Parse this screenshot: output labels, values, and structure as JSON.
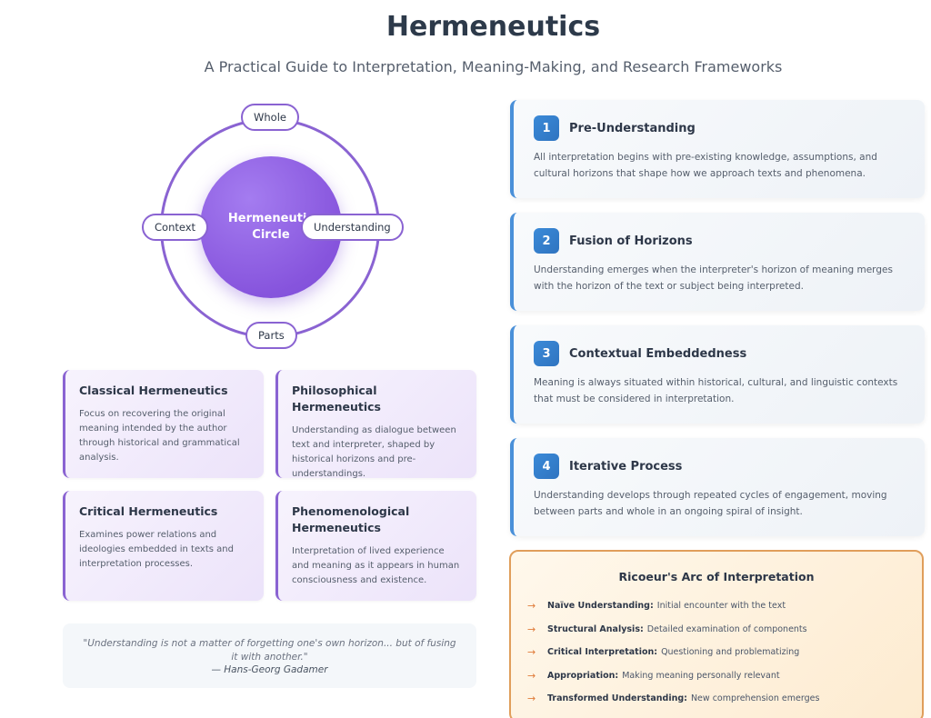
{
  "header": {
    "title": "Hermeneutics",
    "subtitle": "A Practical Guide to Interpretation, Meaning-Making, and Research Frameworks"
  },
  "circle": {
    "center_line1": "Hermeneutic",
    "center_line2": "Circle",
    "labels": {
      "whole": "Whole",
      "context": "Context",
      "understanding": "Understanding",
      "parts": "Parts"
    }
  },
  "schools": [
    {
      "title": "Classical Hermeneutics",
      "text": "Focus on recovering the original meaning intended by the author through historical and grammatical analysis."
    },
    {
      "title": "Philosophical Hermeneutics",
      "text": "Understanding as dialogue between text and interpreter, shaped by historical horizons and pre-understandings."
    },
    {
      "title": "Critical Hermeneutics",
      "text": "Examines power relations and ideologies embedded in texts and interpretation processes."
    },
    {
      "title": "Phenomenological Hermeneutics",
      "text": "Interpretation of lived experience and meaning as it appears in human consciousness and existence."
    }
  ],
  "quote": {
    "text": "\"Understanding is not a matter of forgetting one's own horizon... but of fusing it with another.\"",
    "author": "— Hans-Georg Gadamer"
  },
  "steps": [
    {
      "number": "1",
      "title": "Pre-Understanding",
      "text": "All interpretation begins with pre-existing knowledge, assumptions, and cultural horizons that shape how we approach texts and phenomena."
    },
    {
      "number": "2",
      "title": "Fusion of Horizons",
      "text": "Understanding emerges when the interpreter's horizon of meaning merges with the horizon of the text or subject being interpreted."
    },
    {
      "number": "3",
      "title": "Contextual Embeddedness",
      "text": "Meaning is always situated within historical, cultural, and linguistic contexts that must be considered in interpretation."
    },
    {
      "number": "4",
      "title": "Iterative Process",
      "text": "Understanding develops through repeated cycles of engagement, moving between parts and whole in an ongoing spiral of insight."
    }
  ],
  "arc": {
    "title": "Ricoeur's Arc of Interpretation",
    "arrow": "→",
    "items": [
      {
        "term": "Naïve Understanding:",
        "desc": "Initial encounter with the text"
      },
      {
        "term": "Structural Analysis:",
        "desc": "Detailed examination of components"
      },
      {
        "term": "Critical Interpretation:",
        "desc": "Questioning and problematizing"
      },
      {
        "term": "Appropriation:",
        "desc": "Making meaning personally relevant"
      },
      {
        "term": "Transformed Understanding:",
        "desc": "New comprehension emerges"
      }
    ]
  },
  "colors": {
    "purple_accent": "#8a63d2",
    "blue_accent": "#4a90d9",
    "orange_accent": "#e09e5b"
  }
}
